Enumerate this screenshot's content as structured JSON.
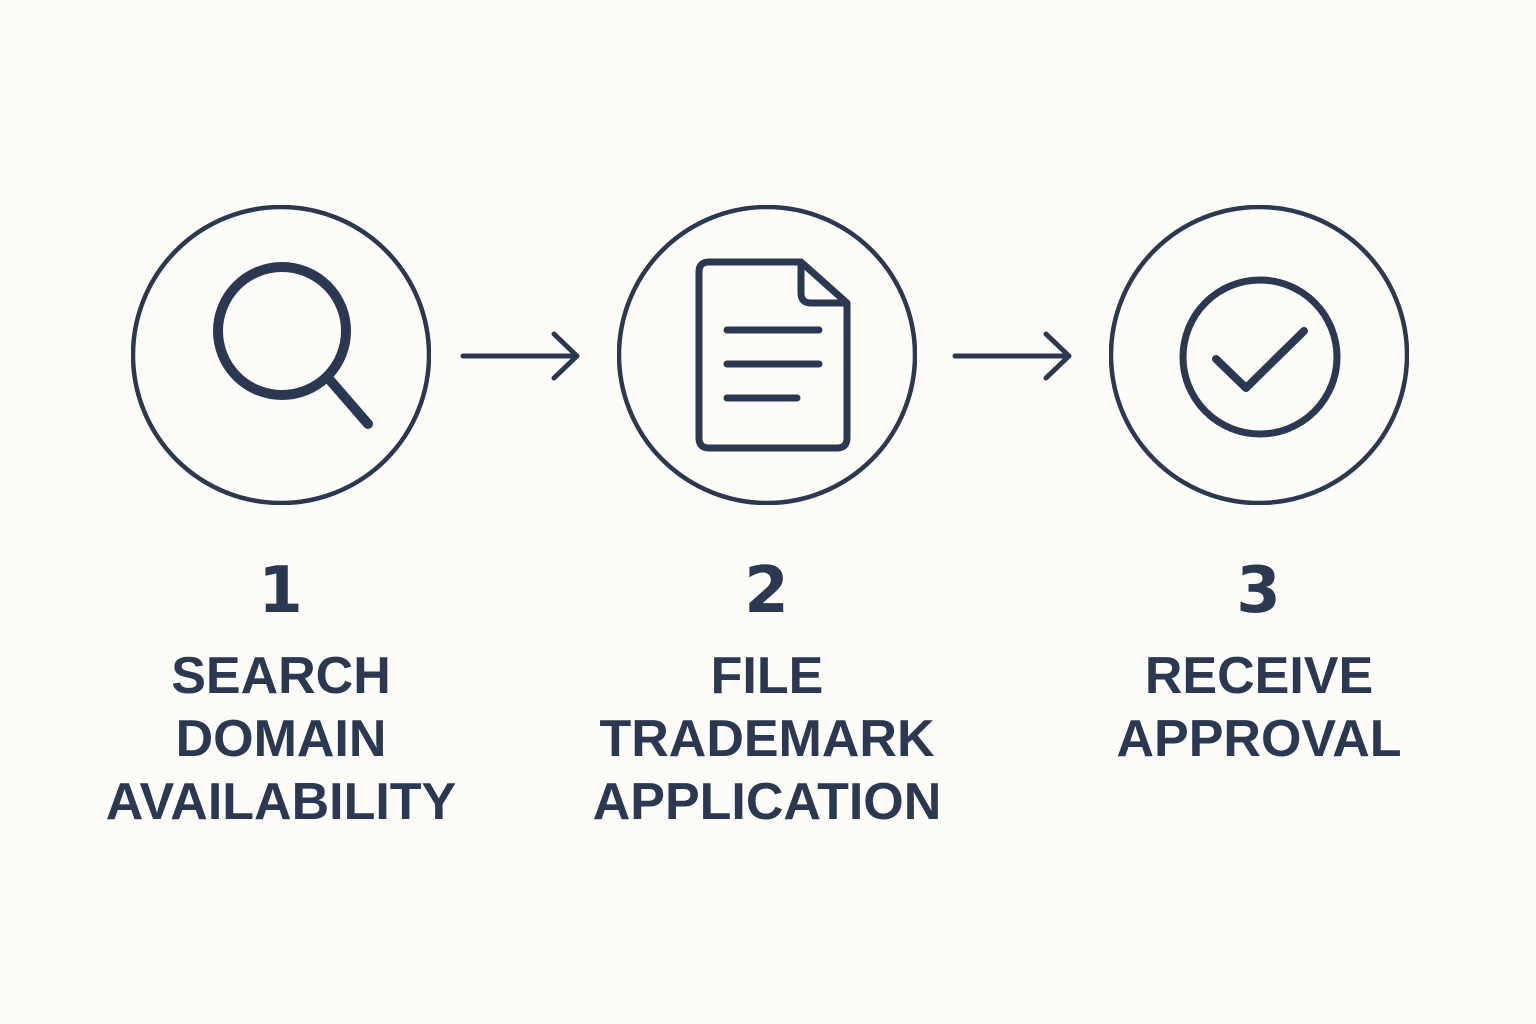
{
  "colors": {
    "background": "#fdfcf9",
    "ink": "#2b3851"
  },
  "steps": [
    {
      "number": "1",
      "icon": "search-icon",
      "label_lines": [
        "SEARCH",
        "DOMAIN",
        "AVAILABILITY"
      ]
    },
    {
      "number": "2",
      "icon": "document-icon",
      "label_lines": [
        "FILE",
        "TRADEMARK",
        "APPLICATION"
      ]
    },
    {
      "number": "3",
      "icon": "checkmark-circle-icon",
      "label_lines": [
        "RECEIVE",
        "APPROVAL"
      ]
    }
  ],
  "connectors": [
    {
      "from": "1",
      "to": "2",
      "icon": "arrow-right-icon"
    },
    {
      "from": "2",
      "to": "3",
      "icon": "arrow-right-icon"
    }
  ]
}
